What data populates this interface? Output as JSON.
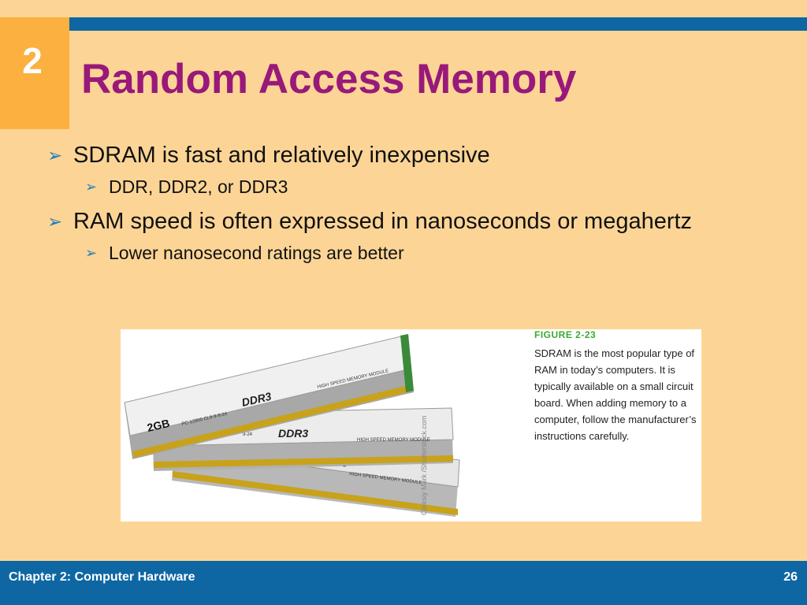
{
  "slide": {
    "chapter_number": "2",
    "title": "Random Access Memory",
    "bullets": [
      {
        "text": "SDRAM is fast and relatively inexpensive",
        "subs": [
          "DDR, DDR2, or DDR3"
        ]
      },
      {
        "text": "RAM speed is often expressed in nanoseconds or megahertz",
        "subs": [
          "Lower nanosecond ratings are better"
        ]
      }
    ],
    "arrow_icon": "➢"
  },
  "figure": {
    "label": "FIGURE 2-23",
    "caption": "SDRAM is the most popular type of RAM in today’s computers. It is typically available on a small circuit board. When adding memory to a computer, follow the manufacturer’s instructions carefully.",
    "credit": "Oleksiy Mark /Shutterstock.com",
    "module_brand": "DDR3",
    "module_capacity": "2GB",
    "module_desc": "HIGH SPEED MEMORY MODULE",
    "module_spec": "PC-12800 CL9-9-9-24",
    "module_spec_short": "9-24"
  },
  "footer": {
    "left": "Chapter 2: Computer Hardware",
    "page": "26"
  },
  "colors": {
    "background": "#fcd596",
    "accent_blue": "#0e67a3",
    "tab_orange": "#fbb040",
    "title_magenta": "#99197a",
    "figure_label_green": "#3aaa35"
  }
}
